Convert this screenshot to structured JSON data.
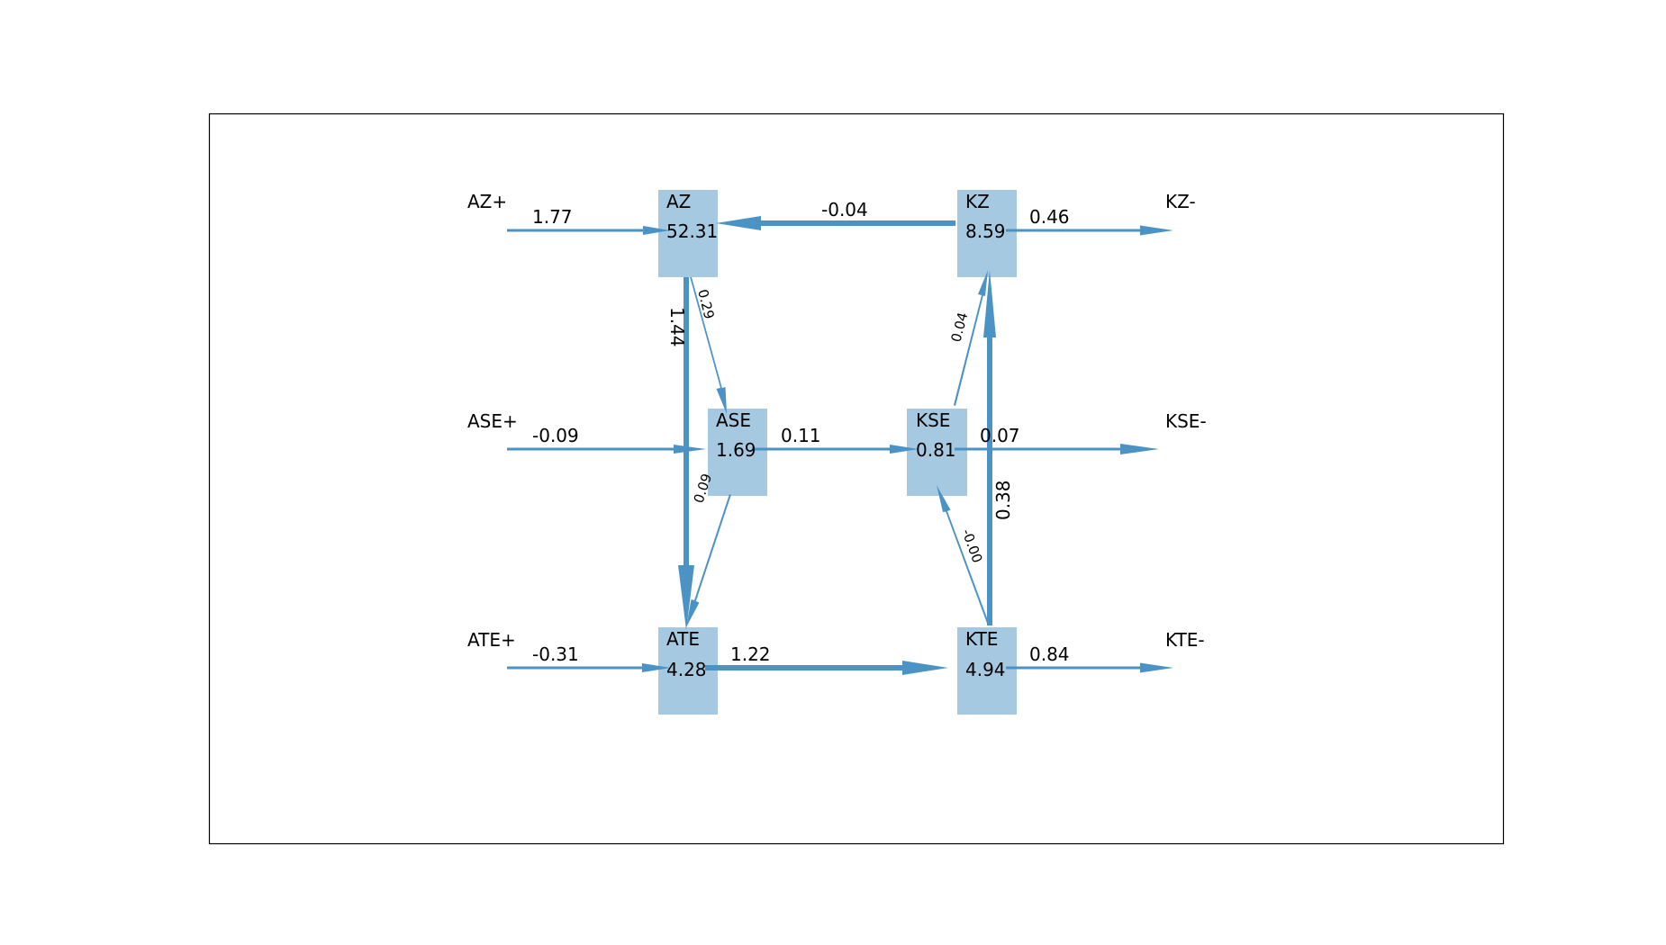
{
  "colors": {
    "node_fill": "#a6c9e2",
    "arrow": "#4b93c5",
    "frame": "#000000",
    "background": "#ffffff"
  },
  "nodes": {
    "az": {
      "name": "AZ",
      "value": "52.31"
    },
    "kz": {
      "name": "KZ",
      "value": "8.59"
    },
    "ase": {
      "name": "ASE",
      "value": "1.69"
    },
    "kse": {
      "name": "KSE",
      "value": "0.81"
    },
    "ate": {
      "name": "ATE",
      "value": "4.28"
    },
    "kte": {
      "name": "KTE",
      "value": "4.94"
    }
  },
  "sources": {
    "az_plus": "AZ+",
    "ase_plus": "ASE+",
    "ate_plus": "ATE+"
  },
  "sinks": {
    "kz_minus": "KZ-",
    "kse_minus": "KSE-",
    "kte_minus": "KTE-"
  },
  "flows": {
    "az_plus_to_az": {
      "from": "AZ+",
      "to": "AZ",
      "value": 1.77,
      "label": "1.77"
    },
    "kz_to_az": {
      "from": "KZ",
      "to": "AZ",
      "value": -0.04,
      "label": "-0.04"
    },
    "kz_to_kz_minus": {
      "from": "KZ",
      "to": "KZ-",
      "value": 0.46,
      "label": "0.46"
    },
    "az_to_ase": {
      "from": "AZ",
      "to": "ASE",
      "value": 0.29,
      "label": "0.29"
    },
    "az_to_ate": {
      "from": "AZ",
      "to": "ATE",
      "value": 1.44,
      "label": "1.44"
    },
    "kse_to_kz": {
      "from": "KSE",
      "to": "KZ",
      "value": 0.04,
      "label": "0.04"
    },
    "kte_to_kz": {
      "from": "KTE",
      "to": "KZ",
      "value": 0.38,
      "label": "0.38"
    },
    "ase_plus_to_ase": {
      "from": "ASE+",
      "to": "ASE",
      "value": -0.09,
      "label": "-0.09"
    },
    "ase_to_kse": {
      "from": "ASE",
      "to": "KSE",
      "value": 0.11,
      "label": "0.11"
    },
    "kse_to_kse_minus": {
      "from": "KSE",
      "to": "KSE-",
      "value": 0.07,
      "label": "0.07"
    },
    "ase_to_ate": {
      "from": "ASE",
      "to": "ATE",
      "value": 0.09,
      "label": "0.09"
    },
    "kte_to_kse": {
      "from": "KTE",
      "to": "KSE",
      "value": -0.0,
      "label": "-0.00"
    },
    "ate_plus_to_ate": {
      "from": "ATE+",
      "to": "ATE",
      "value": -0.31,
      "label": "-0.31"
    },
    "ate_to_kte": {
      "from": "ATE",
      "to": "KTE",
      "value": 1.22,
      "label": "1.22"
    },
    "kte_to_kte_minus": {
      "from": "KTE",
      "to": "KTE-",
      "value": 0.84,
      "label": "0.84"
    }
  }
}
